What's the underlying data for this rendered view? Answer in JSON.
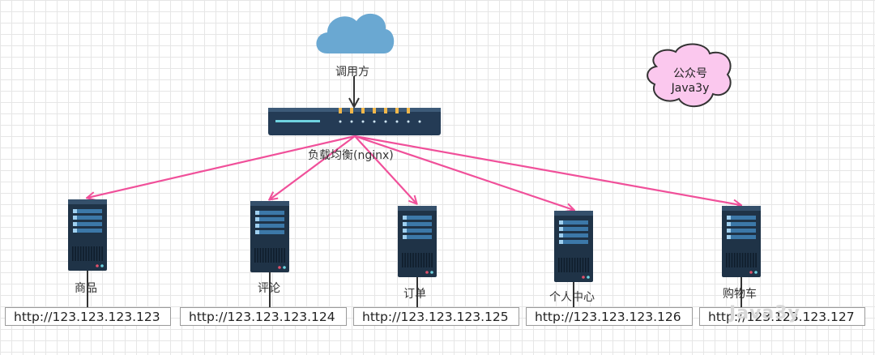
{
  "caller": {
    "label": "调用方",
    "icon": "cloud-icon"
  },
  "load_balancer": {
    "label": "负载均衡(nginx)",
    "icon": "network-switch-icon"
  },
  "callout": {
    "line1": "公众号",
    "line2": "Java3y"
  },
  "services": [
    {
      "name": "商品",
      "url": "http://123.123.123.123"
    },
    {
      "name": "评论",
      "url": "http://123.123.123.124"
    },
    {
      "name": "订单",
      "url": "http://123.123.123.125"
    },
    {
      "name": "个人中心",
      "url": "http://123.123.123.126"
    },
    {
      "name": "购物车",
      "url": "http://123.123.123.127"
    }
  ],
  "colors": {
    "arrow": "#f0509a",
    "server": "#1f3347",
    "cloud": "#6aa8d2",
    "bubble": "#fbc8ee"
  },
  "watermark": "Java3y"
}
